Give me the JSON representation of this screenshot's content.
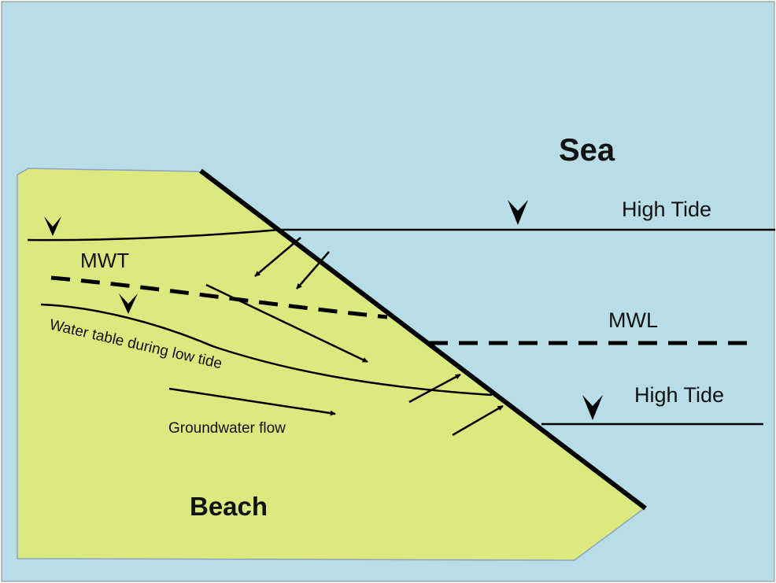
{
  "labels": {
    "sea": "Sea",
    "high_tide_top": "High Tide",
    "mwl": "MWL",
    "high_tide_bottom": "High Tide",
    "mwt": "MWT",
    "water_table_low_tide": "Water table during low tide",
    "groundwater_flow": "Groundwater flow",
    "beach": "Beach"
  },
  "colors": {
    "sea": "#b7dde7",
    "beach": "#dce97f",
    "line": "#000000"
  }
}
